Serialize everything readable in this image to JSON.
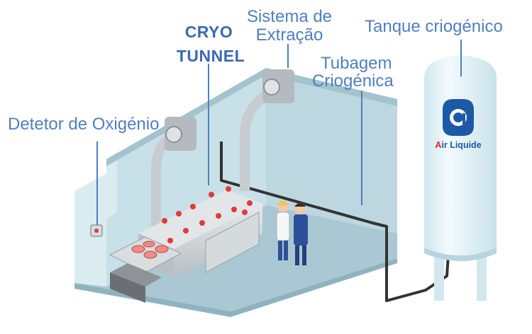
{
  "labels": {
    "cryo_line1": "CRYO",
    "cryo_line2": "TUNNEL",
    "extraction_line1": "Sistema de",
    "extraction_line2": "Extração",
    "tank": "Tanque criogénico",
    "piping_line1": "Tubagem",
    "piping_line2": "Criogénica",
    "oxygen_detector": "Detetor de Oxigénio"
  },
  "brand": {
    "name": "Air Liquide"
  },
  "colors": {
    "label_text": "#4f7fc0",
    "leader_line": "#4f7fc0",
    "room_floor": "#a9c8d3",
    "room_wall": "#c4dde5",
    "tank_body": "#e4f2f6",
    "brand_blue": "#1c5aa6",
    "brand_red": "#e3262f",
    "pipe": "#333333",
    "valve_red": "#e23a36"
  }
}
